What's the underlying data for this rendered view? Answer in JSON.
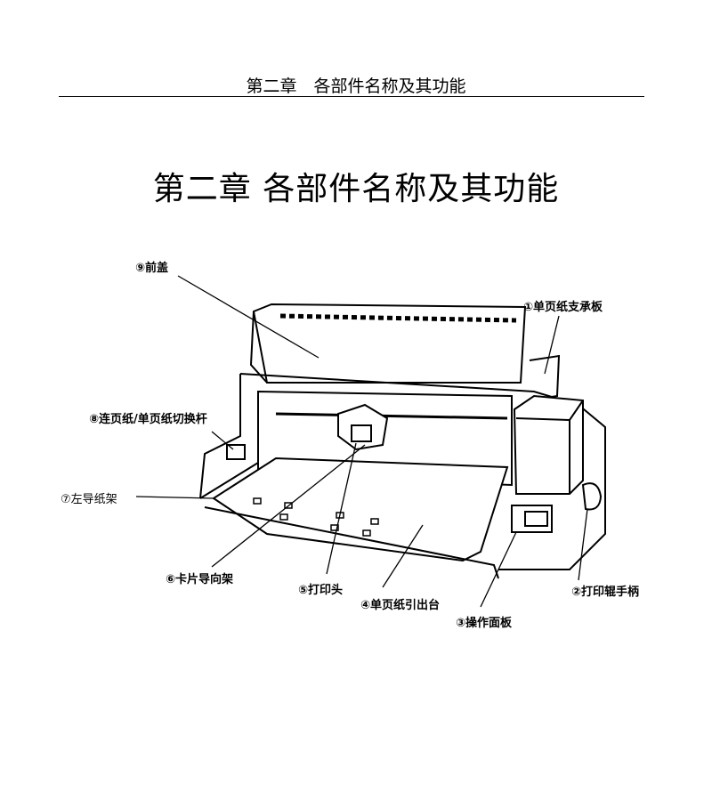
{
  "running_header": "第二章　各部件名称及其功能",
  "title": "第二章  各部件名称及其功能",
  "labels": {
    "front_cover": "⑨前盖",
    "sheet_support": "①单页纸支承板",
    "feed_lever": "⑧连页纸/单页纸切换杆",
    "left_guide": "⑦左导纸架",
    "card_guide": "⑥卡片导向架",
    "print_head": "⑤打印头",
    "sheet_exit": "④单页纸引出台",
    "control_panel": "③操作面板",
    "platen_knob": "②打印辊手柄"
  }
}
